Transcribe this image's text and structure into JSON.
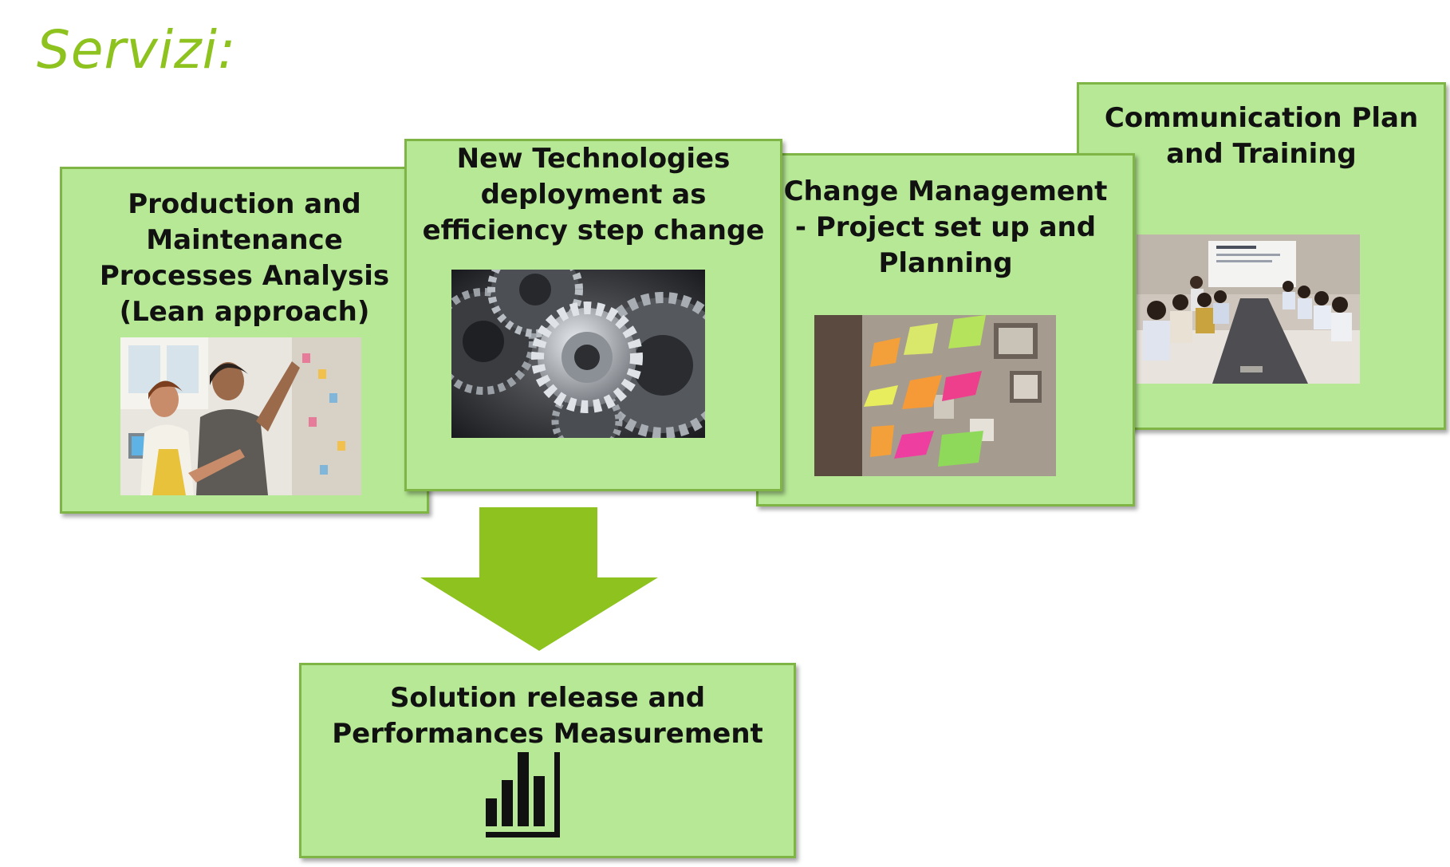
{
  "slide": {
    "title": "Servizi:",
    "accent_color": "#8dc21f",
    "card_fill": "#b6e895",
    "card_border": "#7fb545"
  },
  "cards": [
    {
      "label": "Production and\nMaintenance\nProcesses Analysis\n(Lean approach)",
      "image": "people-at-board-photo"
    },
    {
      "label": "New Technologies\ndeployment as\nefficiency step change",
      "image": "gears-photo"
    },
    {
      "label": "Change Management\n- Project set up and\nPlanning",
      "image": "sticky-notes-photo"
    },
    {
      "label": "Communication Plan\nand Training",
      "image": "meeting-room-photo"
    },
    {
      "label": "Solution release and\nPerformances Measurement",
      "icon": "bar-chart-icon"
    }
  ],
  "arrow": {
    "icon": "down-arrow",
    "color": "#8dc21f"
  }
}
